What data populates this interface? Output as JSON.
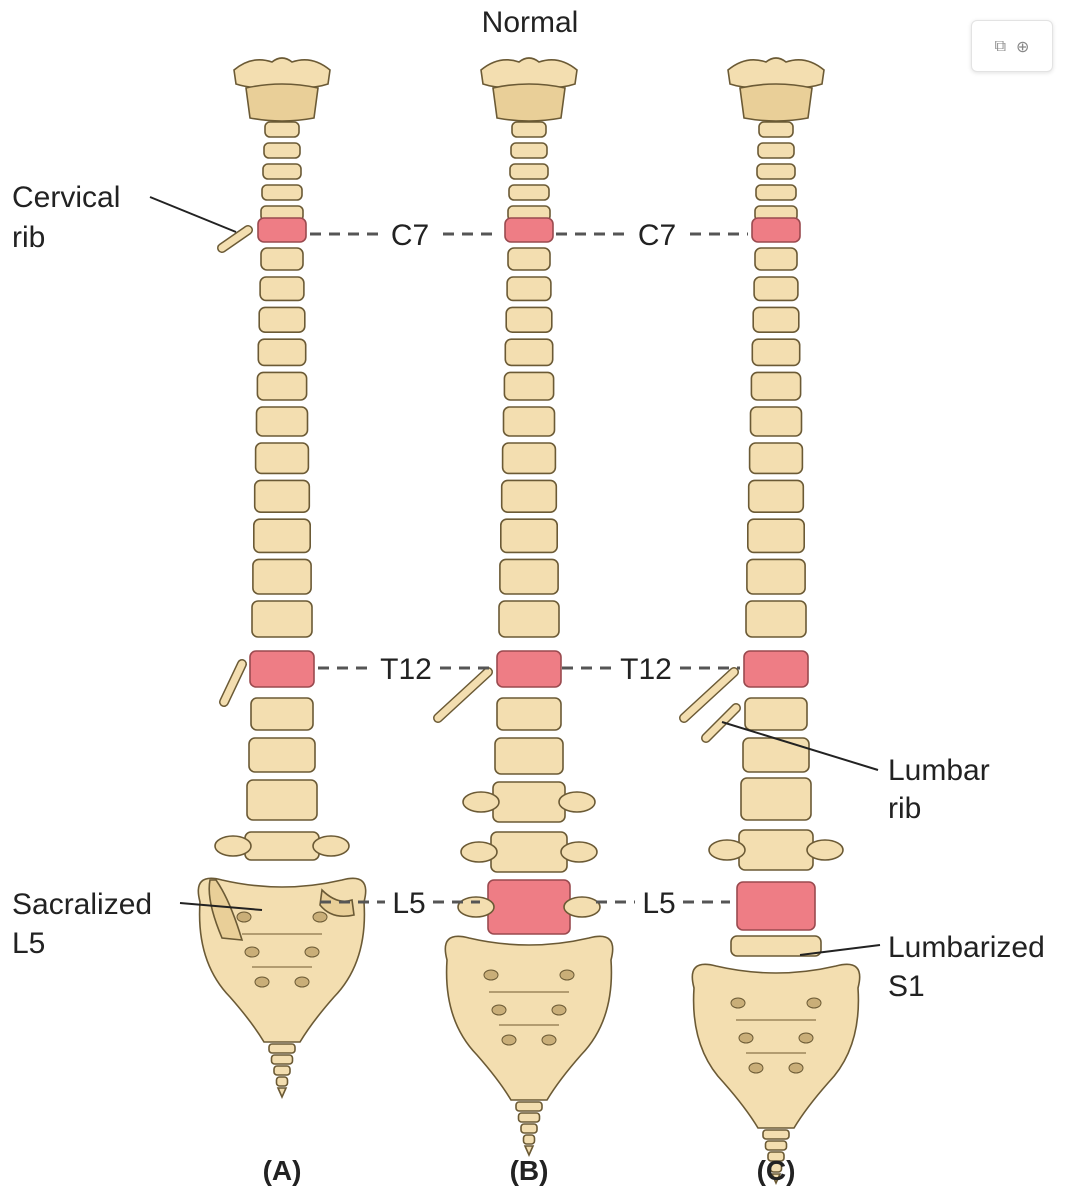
{
  "title": "Normal",
  "panels": [
    {
      "id": "A",
      "label": "(A)"
    },
    {
      "id": "B",
      "label": "(B)"
    },
    {
      "id": "C",
      "label": "(C)"
    }
  ],
  "levels": {
    "c7": [
      "C7",
      "C7"
    ],
    "t12": [
      "T12",
      "T12"
    ],
    "l5": [
      "L5",
      "L5"
    ]
  },
  "annotations": {
    "cervical_rib": [
      "Cervical",
      "rib"
    ],
    "sacralized_l5": [
      "Sacralized",
      "L5"
    ],
    "lumbar_rib": [
      "Lumbar",
      "rib"
    ],
    "lumbarized_s1": [
      "Lumbarized",
      "S1"
    ]
  },
  "colors": {
    "bone": "#f3deb0",
    "highlight": "#ee7d85",
    "outline": "#6b5a35"
  },
  "toolbar": {
    "copy_icon": "copy-icon",
    "zoom_icon": "zoom-in-icon"
  }
}
